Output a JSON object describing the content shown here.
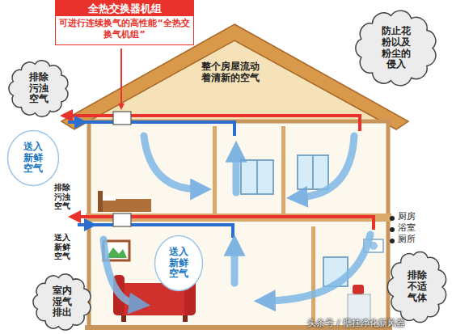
{
  "diagram": {
    "nodes": [
      {
        "text": [
          "全热交换器机组",
          "可进行连续换气的高性能“全热交换气机组”"
        ]
      },
      {
        "text": [
          "排除污浊空气"
        ]
      },
      {
        "text": [
          "送入新鲜空气"
        ]
      },
      {
        "text": [
          "防止花粉以及粉尘的侵入"
        ]
      },
      {
        "text": [
          "送入新鲜空气"
        ]
      },
      {
        "text": [
          "室内湿气排出"
        ]
      },
      {
        "text": [
          "排除不适气体"
        ]
      }
    ],
    "labels": [
      "整个房屋流动着清新的空气",
      "排除污浊空气",
      "送入新鲜空气",
      "厨房",
      "浴室",
      "厕所",
      "头条号 / 壁挂净化新风器"
    ]
  }
}
